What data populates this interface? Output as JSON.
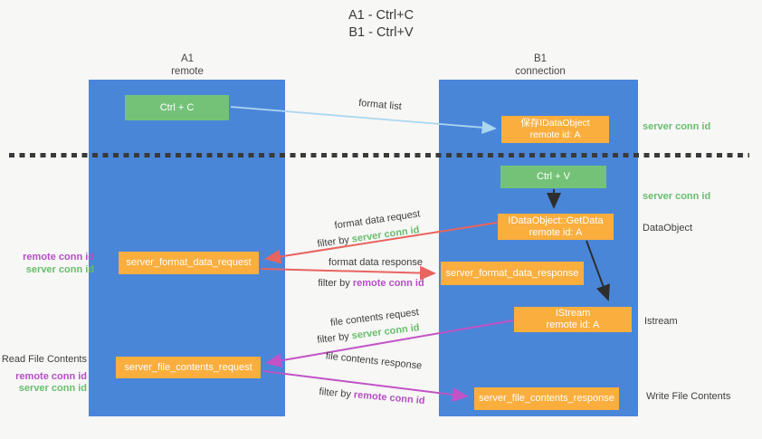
{
  "title": {
    "line1": "A1 - Ctrl+C",
    "line2": "B1 - Ctrl+V"
  },
  "lanes": {
    "a1": {
      "name": "A1",
      "subtitle": "remote"
    },
    "b1": {
      "name": "B1",
      "subtitle": "connection"
    }
  },
  "nodes": {
    "ctrl_c": {
      "label": "Ctrl + C"
    },
    "ctrl_v": {
      "label": "Ctrl + V"
    },
    "save_dataobject": {
      "line1": "保存IDataObject",
      "line2": "remote id: A"
    },
    "getdata": {
      "line1": "IDataObject::GetData",
      "line2": "remote id: A"
    },
    "istream": {
      "line1": "IStream",
      "line2": "remote id: A"
    },
    "format_data_request": {
      "label": "server_format_data_request"
    },
    "format_data_response": {
      "label": "server_format_data_response"
    },
    "file_contents_request": {
      "label": "server_file_contents_request"
    },
    "file_contents_response": {
      "label": "server_file_contents_response"
    }
  },
  "edge_labels": {
    "format_list": "format list",
    "format_data_request": "format data request",
    "format_data_response": "format data response",
    "file_contents_request": "file contents request",
    "file_contents_response": "file contents response",
    "filter_by": "filter by",
    "server_conn_id": "server conn id",
    "remote_conn_id": "remote conn id"
  },
  "left_labels": {
    "remote_conn_id_1": "remote conn id",
    "server_conn_id_1": "server conn id",
    "read_file_contents": "Read File Contents",
    "remote_conn_id_2": "remote conn id",
    "server_conn_id_2": "server conn id"
  },
  "right_labels": {
    "server_conn_id_1": "server conn id",
    "server_conn_id_2": "server conn id",
    "dataobject": "DataObject",
    "istream": "Istream",
    "write_file_contents": "Write File Contents"
  },
  "colors": {
    "lane_blue": "#4a86d8",
    "node_green": "#74c278",
    "node_orange": "#f9ae3e",
    "arrow_red": "#e8645f",
    "arrow_magenta": "#c253c6",
    "arrow_light_blue": "#abd6f0",
    "arrow_black": "#2e2e2e",
    "text_green": "#6abd6e",
    "text_purple": "#b44ec4"
  }
}
